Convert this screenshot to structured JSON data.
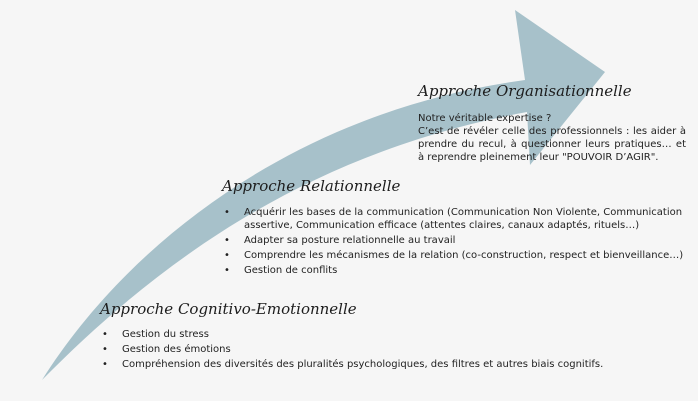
{
  "colors": {
    "arrow": "#a7c1ca",
    "background": "#f6f6f6",
    "text": "#222222"
  },
  "organisationnelle": {
    "title": "Approche Organisationnelle",
    "lines": [
      "Notre véritable expertise ?",
      "C’est de révéler celle des professionnels : les aider à prendre du recul, à questionner leurs pratiques… et à reprendre pleinement leur \"POUVOIR D’AGIR\"."
    ]
  },
  "relationnelle": {
    "title": "Approche Relationnelle",
    "items": [
      "Acquérir les bases de la communication (Communication Non Violente, Communication assertive, Communication efficace (attentes claires, canaux adaptés, rituels…)",
      "Adapter sa posture relationnelle au travail",
      "Comprendre les mécanismes de la relation (co-construction, respect et bienveillance…)",
      "Gestion de conflits"
    ]
  },
  "cognitivo": {
    "title": "Approche Cognitivo-Emotionnelle",
    "items": [
      "Gestion du stress",
      "Gestion des émotions",
      "Compréhension des diversités des pluralités psychologiques, des filtres et autres biais cognitifs."
    ]
  }
}
